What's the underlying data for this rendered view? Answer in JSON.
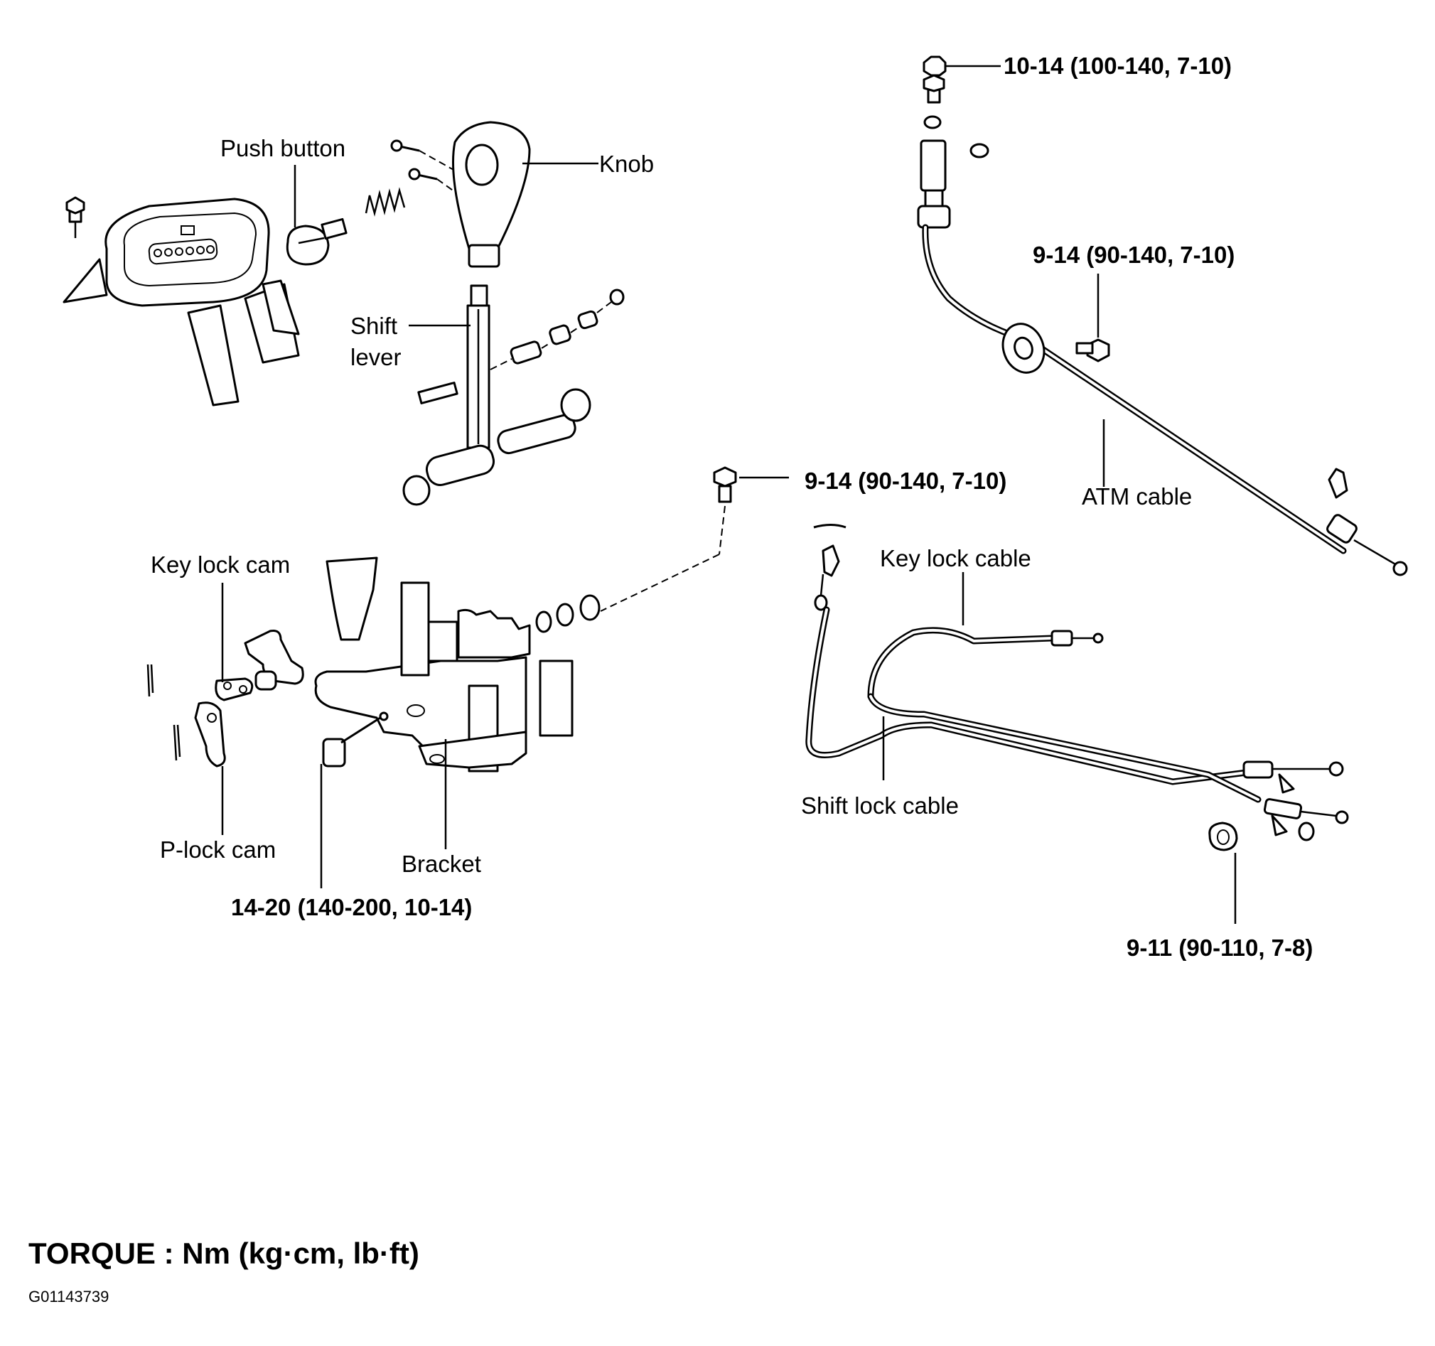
{
  "labels": {
    "push_button": "Push button",
    "knob": "Knob",
    "shift_lever_line1": "Shift",
    "shift_lever_line2": "lever",
    "key_lock_cam": "Key lock cam",
    "p_lock_cam": "P-lock cam",
    "bracket": "Bracket",
    "atm_cable": "ATM cable",
    "key_lock_cable": "Key lock cable",
    "shift_lock_cable": "Shift lock cable"
  },
  "torque_specs": {
    "top_nut": "10-14 (100-140, 7-10)",
    "atm_cable_bolt": "9-14 (90-140, 7-10)",
    "bracket_bolt": "9-14 (90-140, 7-10)",
    "bracket_lower_bolt": "14-20 (140-200, 10-14)",
    "cable_nut": "9-11 (90-110, 7-8)"
  },
  "footer": {
    "torque_units": "TORQUE : Nm (kg·cm, lb·ft)",
    "figure_code": "G01143739"
  }
}
